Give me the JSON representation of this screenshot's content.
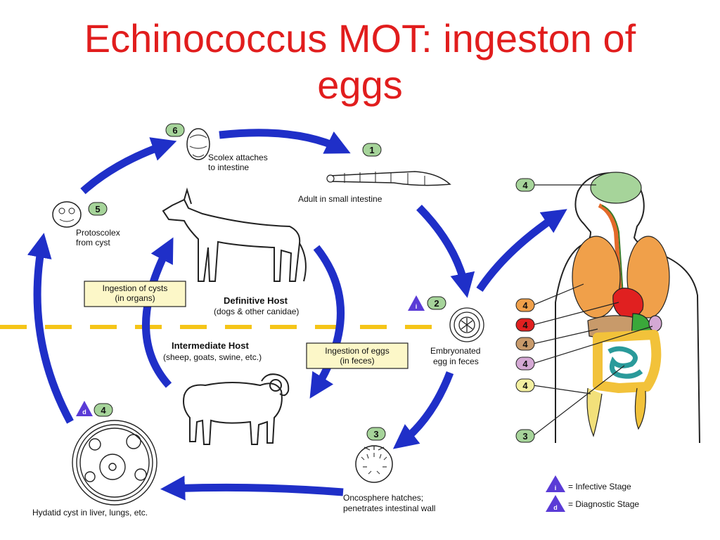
{
  "title": {
    "line1": "Echinococcus MOT: ingeston of",
    "line2": "eggs"
  },
  "stages": {
    "s1": {
      "num": "1",
      "label": "Adult in small intestine"
    },
    "s2": {
      "num": "2",
      "tri": "i",
      "label_line1": "Embryonated",
      "label_line2": "egg in feces"
    },
    "s3": {
      "num": "3",
      "label_line1": "Oncosphere hatches;",
      "label_line2": "penetrates intestinal wall"
    },
    "s4": {
      "num": "4",
      "tri": "d",
      "label": "Hydatid cyst in liver, lungs, etc."
    },
    "s5": {
      "num": "5",
      "label_line1": "Protoscolex",
      "label_line2": "from cyst"
    },
    "s6": {
      "num": "6",
      "label_line1": "Scolex attaches",
      "label_line2": "to intestine"
    }
  },
  "hosts": {
    "definitive": {
      "title": "Definitive Host",
      "sub": "(dogs & other canidae)"
    },
    "intermediate": {
      "title": "Intermediate Host",
      "sub": "(sheep, goats, swine, etc.)"
    }
  },
  "boxes": {
    "cysts": {
      "line1": "Ingestion of cysts",
      "line2": "(in organs)"
    },
    "eggs": {
      "line1": "Ingestion of eggs",
      "line2": "(in feces)"
    }
  },
  "organ_labels": [
    {
      "num": "4",
      "color": "#a6d49a"
    },
    {
      "num": "4",
      "color": "#f0a04a"
    },
    {
      "num": "4",
      "color": "#e02020"
    },
    {
      "num": "4",
      "color": "#c89a6a"
    },
    {
      "num": "4",
      "color": "#d4a8d4"
    },
    {
      "num": "4",
      "color": "#f4f0a0"
    },
    {
      "num": "3",
      "color": "#a6d49a"
    }
  ],
  "legend": {
    "infective": {
      "tri": "i",
      "label": "= Infective Stage"
    },
    "diagnostic": {
      "tri": "d",
      "label": "= Diagnostic Stage"
    }
  },
  "colors": {
    "title": "#e11d1d",
    "arrow": "#1f2fc8",
    "dash": "#f5c518",
    "badge": "#a6d49a",
    "triangle": "#5a3bd6"
  }
}
